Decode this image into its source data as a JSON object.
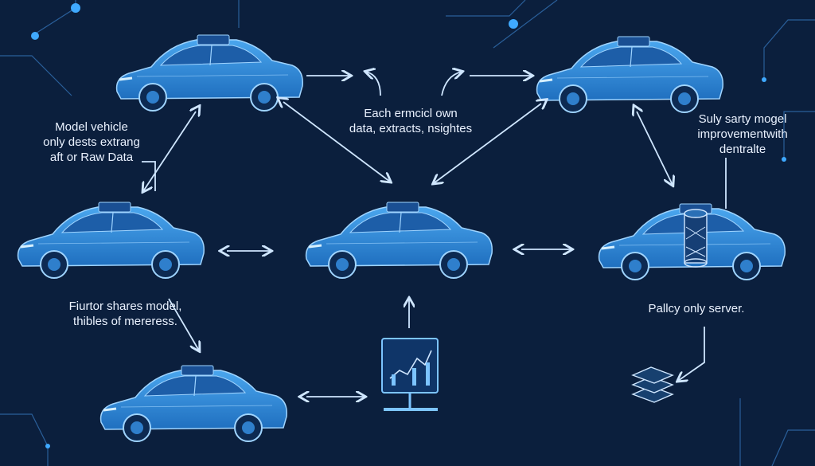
{
  "colors": {
    "background": "#0b1f3d",
    "car_body": "#3a8fd8",
    "car_highlight": "#7cc4ff",
    "arrow": "#cfe6ff",
    "line": "#2a5f9a",
    "text": "#eaf2ff"
  },
  "labels": {
    "center_top": [
      "Each ermcicl own",
      "data, extracts, nsightes"
    ],
    "left_upper": [
      "Model vehicle",
      "only dests extrang",
      "aft or Raw Data"
    ],
    "left_lower": [
      "Fiurtor shares model,",
      "thibles of mereress."
    ],
    "right_upper": [
      "Suly sarty mogel",
      "improvementwith",
      "dentralte"
    ],
    "right_lower": [
      "Pallcy only server."
    ]
  },
  "icons": {
    "vehicle": "car-icon",
    "monitor": "chart-monitor-icon",
    "server": "database-cylinder-icon",
    "storage": "stacked-disk-icon"
  }
}
